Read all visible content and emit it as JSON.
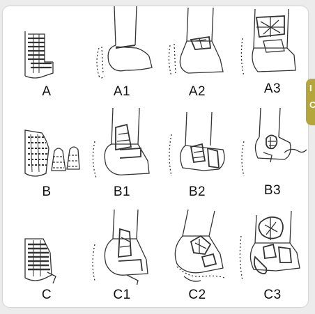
{
  "labels": {
    "a": "A",
    "a1": "A1",
    "a2": "A2",
    "a3": "A3",
    "b": "B",
    "b1": "B1",
    "b2": "B2",
    "b3": "B3",
    "c": "C",
    "c1": "C1",
    "c2": "C2",
    "c3": "C3"
  },
  "side_tab": {
    "letter_top": "I",
    "letter_bottom": "C"
  },
  "colors": {
    "accent": "#b4a63b",
    "ink": "#333333",
    "panel": "#ffffff",
    "background": "#ececec"
  }
}
